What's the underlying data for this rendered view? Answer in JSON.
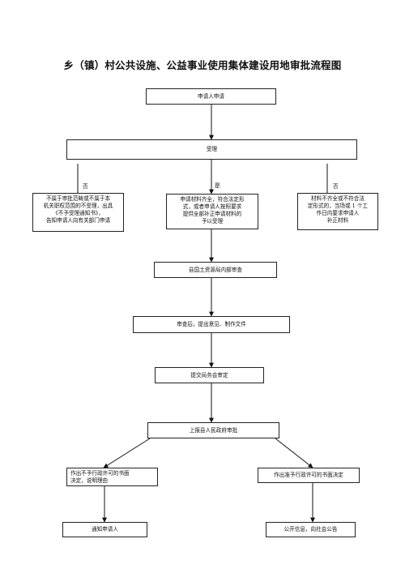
{
  "title": "乡（镇）村公共设施、公益事业使用集体建设用地审批流程图",
  "nodes": {
    "apply": "申请人申请",
    "accept": "受理",
    "reject_left": [
      "不属于审批范畴或不属于本",
      "机关职权范围的不受理，出具",
      "《不予受理通知书》，",
      "告知申请人向有关部门申请"
    ],
    "complete": [
      "申请材料齐全，符合法定形",
      "式，或者申请人按照要求",
      "提供全部补正申请材料的",
      "予以受理"
    ],
    "incomplete": [
      "材料不齐全或不符合法",
      "定形式的，当场或 1 个工",
      "作日内要求申请人",
      "补正材料"
    ],
    "internal_review": "县国土资源局内部审查",
    "opinion": "审查后，提出意见、制作文件",
    "meeting": "提交局务会审定",
    "gov_review": "上报县人民政府审批",
    "deny": [
      "作出不予行政许可的书面",
      "决定，说明理由"
    ],
    "approve": "作出准予行政许可的书面决定",
    "notify": "通知申请人",
    "publish": "公开信息，向社会公告"
  },
  "edge_labels": {
    "no_left": "否",
    "yes": "是",
    "no_right": "否"
  }
}
